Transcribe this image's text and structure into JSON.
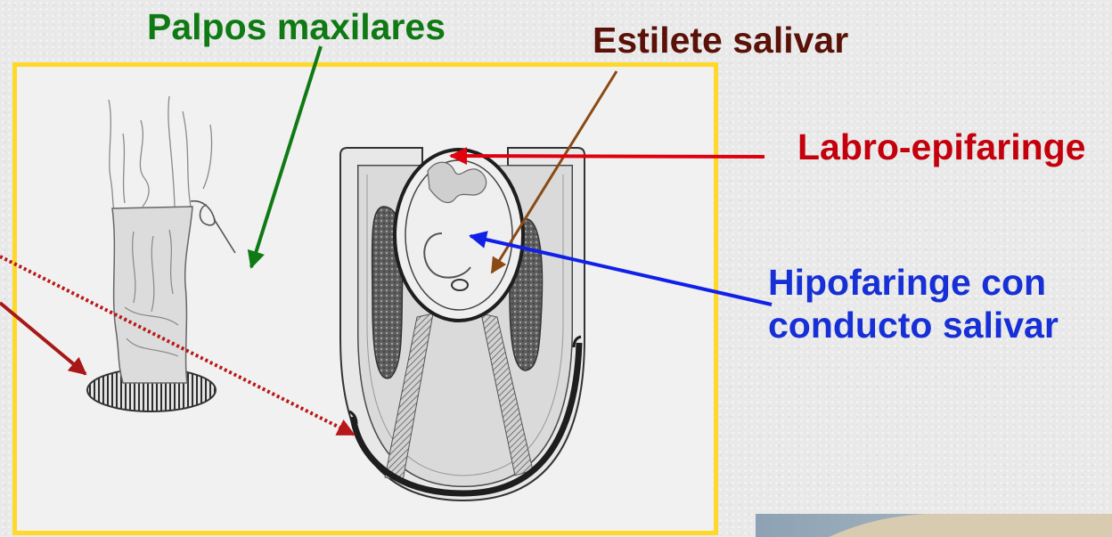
{
  "slide": {
    "labels": {
      "palpos_maxilares": "Palpos maxilares",
      "estilete_salivar": "Estilete salivar",
      "labro_epifaringe": "Labro-epifaringe",
      "hipofaringe_line1": "Hipofaringe con",
      "hipofaringe_line2": "conducto salivar"
    },
    "colors": {
      "palpos": "#0f7a14",
      "estilete": "#5a1208",
      "labro": "#c4000c",
      "hipofaringe": "#1730d6",
      "frame": "#ffd92a"
    }
  }
}
